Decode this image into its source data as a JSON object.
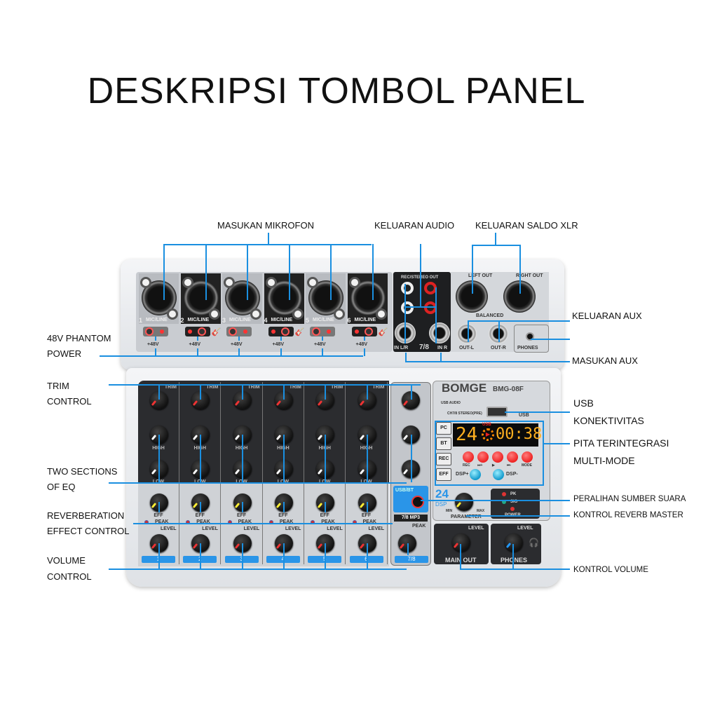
{
  "title": "DESKRIPSI TOMBOL PANEL",
  "labels": {
    "mic_inputs": "MASUKAN MIKROFON",
    "audio_out": "KELUARAN AUDIO",
    "xlr_out": "KELUARAN SALDO XLR",
    "aux_out": "KELUARAN AUX",
    "aux_in": "MASUKAN AUX",
    "phantom_1": "48V PHANTOM",
    "phantom_2": "POWER",
    "trim_1": "TRIM",
    "trim_2": "CONTROL",
    "eq_1": "TWO SECTIONS",
    "eq_2": "OF EQ",
    "reverb_1": "REVERBERATION",
    "reverb_2": "EFFECT CONTROL",
    "volume_1": "VOLUME",
    "volume_2": "CONTROL",
    "usb_1": "USB",
    "usb_2": "KONEKTIVITAS",
    "multi_1": "PITA TERINTEGRASI",
    "multi_2": "MULTI-MODE",
    "source_switch": "PERALIHAN SUMBER SUARA",
    "reverb_master": "KONTROL REVERB MASTER",
    "volume_ctrl": "KONTROL VOLUME"
  },
  "mixer": {
    "brand": "BOMGE",
    "model": "BMG-08F",
    "channels": [
      "1",
      "2",
      "3",
      "4",
      "5",
      "6"
    ],
    "mic_line": "MIC/LINE",
    "phantom": "+48V",
    "trim": "TRIM",
    "high": "HIGH",
    "low": "LOW",
    "eff": "EFF",
    "peak": "PEAK",
    "level": "LEVEL",
    "ch78": "7/8",
    "ch78_mp3": "7/8 MP3",
    "usb_bt": "USB/BT",
    "rec_stereo_out": "REC/STEREO OUT",
    "in_lr": "IN L/R",
    "in_r": "IN R",
    "left_out": "LEFT OUT",
    "right_out": "RIGHT OUT",
    "balanced": "BALANCED",
    "out_l": "OUT-L",
    "out_r": "OUT-R",
    "phones": "PHONES",
    "usb": "USB",
    "usb_audio": "USB AUDIO",
    "ch78_stereo": "CH7/8 STEREO(PRE)",
    "display_track": "24",
    "display_time": "00:38",
    "display_src": "USB",
    "modes": [
      "PC",
      "BT",
      "REC",
      "EFF"
    ],
    "buttons": [
      "REC",
      "⏭+",
      "▶",
      "⏮-",
      "MODE"
    ],
    "dsp_minus": "DSP-",
    "dsp_plus": "DSP+",
    "dsp_24": "24",
    "dsp": "DSP",
    "parameter": "PARAMETER",
    "min": "MIN",
    "max": "MAX",
    "pk": "PK",
    "sig": "SIG",
    "power": "POWER",
    "main_out": "MAIN OUT"
  },
  "colors": {
    "accent": "#1a8fe0",
    "display_text": "#ffb020"
  }
}
